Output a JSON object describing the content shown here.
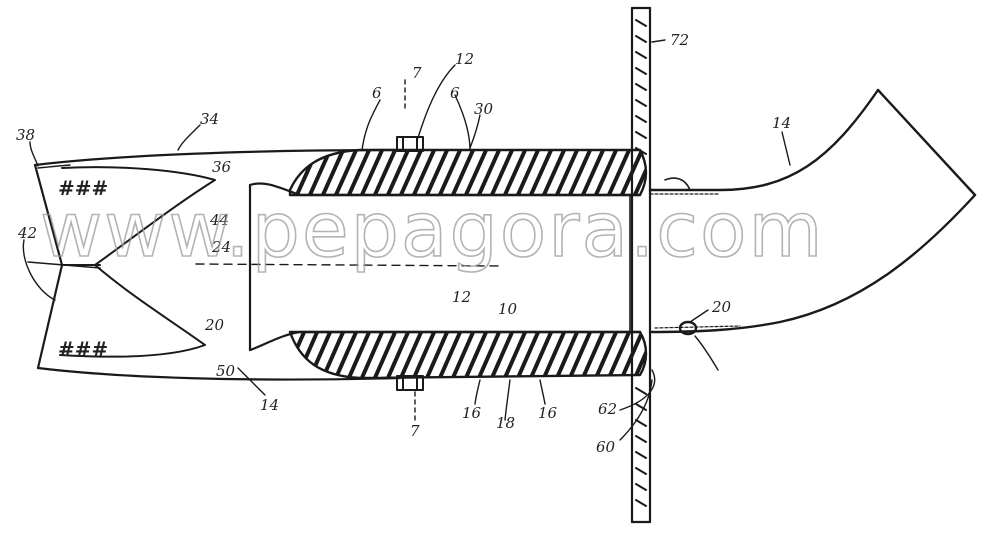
{
  "figure": {
    "watermark": "www.pepagora.com",
    "labels": {
      "top_left": "38",
      "top_edge": "34",
      "left_side": "42",
      "fins_upper": "###",
      "fins_lower": "###",
      "inner_upper": "36",
      "inner_mid": "44",
      "inner_lower": "20",
      "top_6a": "6",
      "top_7a": "7",
      "top_tab": "12",
      "top_6b": "6",
      "top_30": "30",
      "flange_top": "72",
      "elbow": "14",
      "bot_24": "24",
      "bot_10": "10",
      "bot_12": "12",
      "bot_50": "50",
      "bot_16a": "16",
      "bot_18": "18",
      "bot_16b": "16",
      "bot_14": "14",
      "bot_62": "62",
      "bot_60": "60",
      "bot_7": "7",
      "bot_20": "20"
    }
  }
}
